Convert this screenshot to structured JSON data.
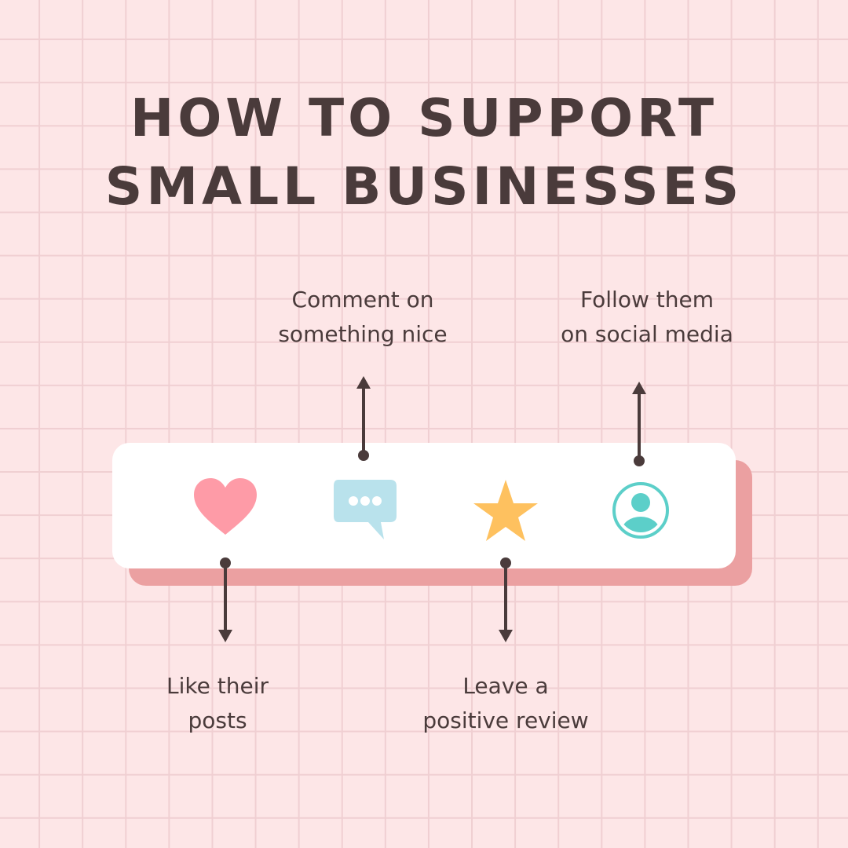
{
  "title": {
    "line1": "HOW TO SUPPORT",
    "line2": "SMALL BUSINESSES"
  },
  "tips": {
    "like": {
      "line1": "Like their",
      "line2": "posts"
    },
    "comment": {
      "line1": "Comment on",
      "line2": "something nice"
    },
    "review": {
      "line1": "Leave a",
      "line2": "positive review"
    },
    "follow": {
      "line1": "Follow them",
      "line2": "on social media"
    }
  },
  "icons": {
    "like": "heart-icon",
    "comment": "chat-bubble-icon",
    "review": "star-icon",
    "follow": "user-profile-icon"
  },
  "colors": {
    "background": "#fde6e7",
    "grid": "#f0cfd2",
    "text": "#4a3b3b",
    "card": "#ffffff",
    "card_shadow": "#eba0a1",
    "heart": "#fe9ba7",
    "bubble": "#b9e2ec",
    "star": "#fec15f",
    "profile": "#5ccfc9"
  }
}
